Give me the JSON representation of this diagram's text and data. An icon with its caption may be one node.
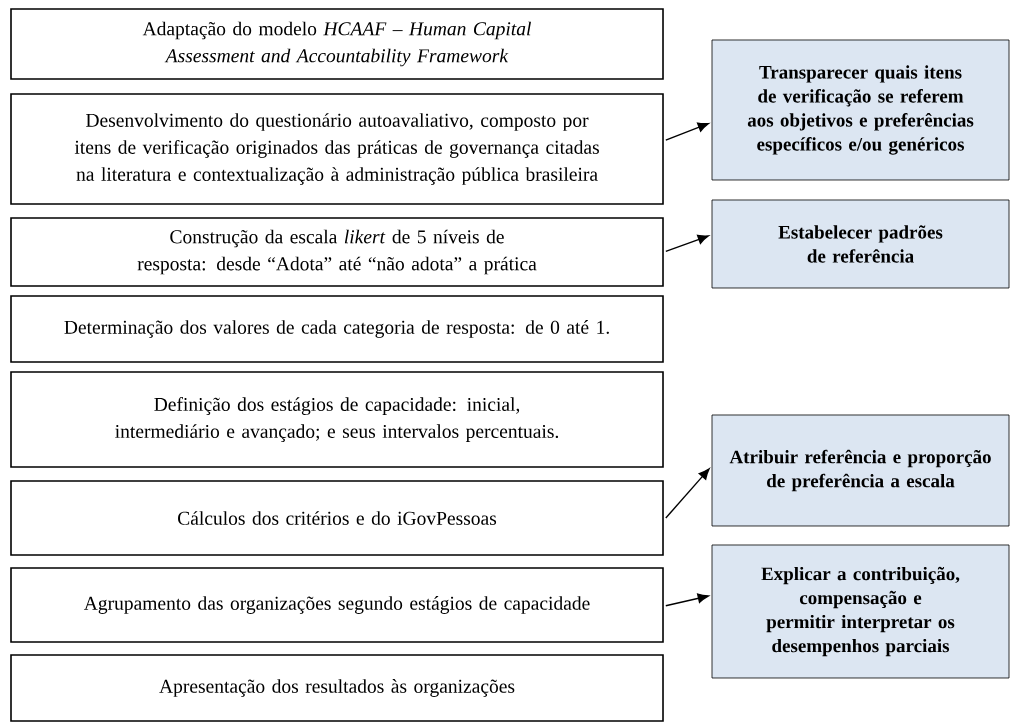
{
  "diagram": {
    "nodes": [
      {
        "text": [
          "Adaptação do modelo *HCAAF – Human Capital Assessment and Accountability Framework*"
        ]
      },
      {
        "text": [
          "Desenvolvimento do questionário autoavaliativo, composto por itens de verificação originados das práticas de governança citadas na literatura e contextualização à administração pública brasileira"
        ]
      },
      {
        "text": [
          "Construção da escala *likert* de 5 níveis de resposta: desde “Adota” até “não adota” a prática"
        ]
      },
      {
        "text": [
          "Determinação dos valores de cada categoria de resposta: de 0 até 1."
        ]
      },
      {
        "text": [
          "Definição dos estágios de capacidade: inicial, intermediário e avançado; e seus intervalos percentuais."
        ]
      },
      {
        "text": [
          "Cálculos dos critérios e do iGovPessoas"
        ]
      },
      {
        "text": [
          "Agrupamento das organizações segundo estágios de capacidade"
        ]
      },
      {
        "text": [
          "Apresentação dos resultados às organizações"
        ]
      },
      {
        "text": [
          "Transparecer quais itens de verificação se referem aos objetivos e preferências específicos e/ou genéricos"
        ]
      },
      {
        "text": [
          "Estabelecer padrões de referência"
        ]
      },
      {
        "text": [
          "Atribuir referência e proporção de preferência a escala"
        ]
      },
      {
        "text": [
          "Explicar a contribuição, compensação e permitir interpretar os desempenhos parciais"
        ]
      }
    ],
    "edges": [
      {
        "from": 1,
        "to": 8,
        "arrow": "to"
      },
      {
        "from": 2,
        "to": 9,
        "arrow": "to"
      },
      {
        "from": 5,
        "to": 10,
        "arrow": "to"
      },
      {
        "from": 6,
        "to": 11,
        "arrow": "to"
      }
    ]
  }
}
